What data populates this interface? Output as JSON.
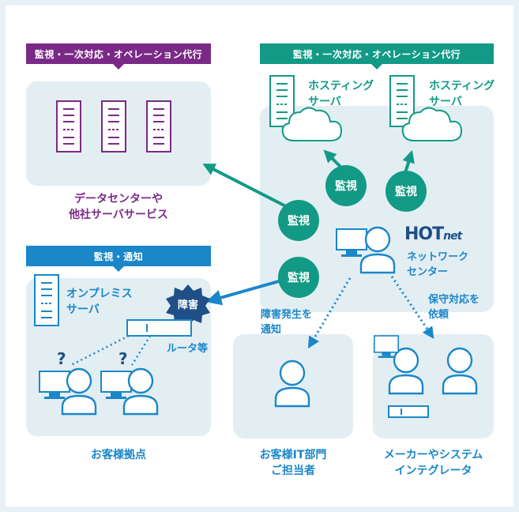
{
  "headers": {
    "dc": "監視・一次対応・オペレーション代行",
    "hosting": "監視・一次対応・オペレーション代行",
    "onprem": "監視・通知"
  },
  "labels": {
    "dc_line1": "データセンターや",
    "dc_line2": "他社サーバサービス",
    "hosting1_line1": "ホスティング",
    "hosting1_line2": "サーバ",
    "hosting2_line1": "ホスティング",
    "hosting2_line2": "サーバ",
    "onprem_line1": "オンプレミス",
    "onprem_line2": "サーバ",
    "fault": "障害",
    "router": "ルータ等",
    "customer_site": "お客様拠点",
    "notify_line1": "障害発生を",
    "notify_line2": "通知",
    "request_line1": "保守対応を",
    "request_line2": "依頼",
    "it_line1": "お客様IT部門",
    "it_line2": "ご担当者",
    "maker_line1": "メーカーやシステム",
    "maker_line2": "インテグレータ",
    "noc_line1": "ネットワーク",
    "noc_line2": "センター",
    "question": "?"
  },
  "monitor_badges": [
    "監視",
    "監視",
    "監視",
    "監視"
  ],
  "logo": {
    "hot": "HOT",
    "net": "net"
  },
  "colors": {
    "purple": "#7a2a86",
    "teal": "#129a86",
    "blue": "#1a87c9",
    "panel": "#e3eef3",
    "navy": "#1f4f86"
  }
}
